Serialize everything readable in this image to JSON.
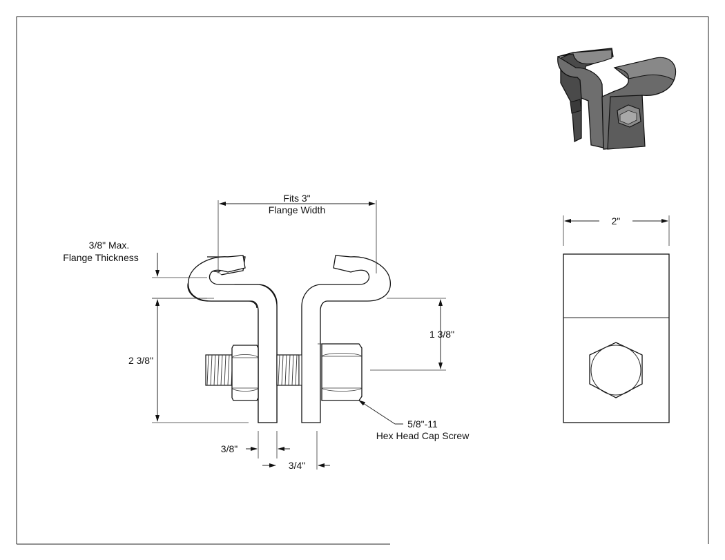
{
  "drawing": {
    "labels": {
      "flange_width_line1": "Fits 3\"",
      "flange_width_line2": "Flange Width",
      "flange_thickness_line1": "3/8\" Max.",
      "flange_thickness_line2": "Flange Thickness",
      "overall_height": "2 3/8\"",
      "bolt_height": "1 3/8\"",
      "screw_line1": "5/8\"-11",
      "screw_line2": "Hex Head Cap Screw",
      "material_thickness": "3/8\"",
      "gap": "3/4\"",
      "side_width": "2\""
    }
  }
}
